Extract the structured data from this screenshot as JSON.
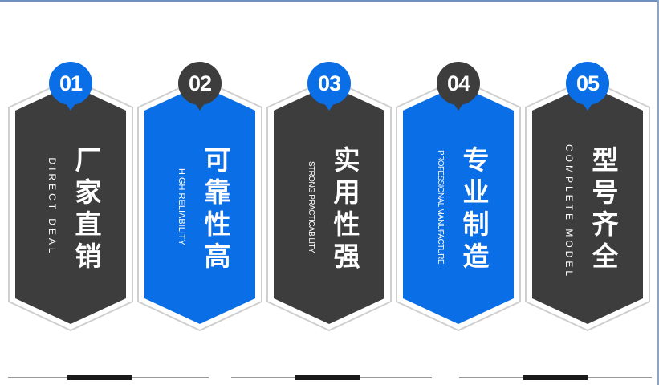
{
  "colors": {
    "dark": "#3d3d3d",
    "blue": "#0a6ee6",
    "outline": "#cfcfcf"
  },
  "cards": [
    {
      "num": "01",
      "cn": [
        "厂",
        "家",
        "直",
        "销"
      ],
      "en": "DIRECT DEAL",
      "color": "dark",
      "badge": "blue"
    },
    {
      "num": "02",
      "cn": [
        "可",
        "靠",
        "性",
        "高"
      ],
      "en": "HIGH RELIABILITY",
      "color": "blue",
      "badge": "dark"
    },
    {
      "num": "03",
      "cn": [
        "实",
        "用",
        "性",
        "强"
      ],
      "en": "STRONG PRACTICABILITY",
      "color": "dark",
      "badge": "blue"
    },
    {
      "num": "04",
      "cn": [
        "专",
        "业",
        "制",
        "造"
      ],
      "en": "PROFESSIONAL MANUFACTURE",
      "color": "blue",
      "badge": "dark"
    },
    {
      "num": "05",
      "cn": [
        "型",
        "号",
        "齐",
        "全"
      ],
      "en": "COMPLETE MODEL",
      "color": "dark",
      "badge": "blue"
    }
  ]
}
